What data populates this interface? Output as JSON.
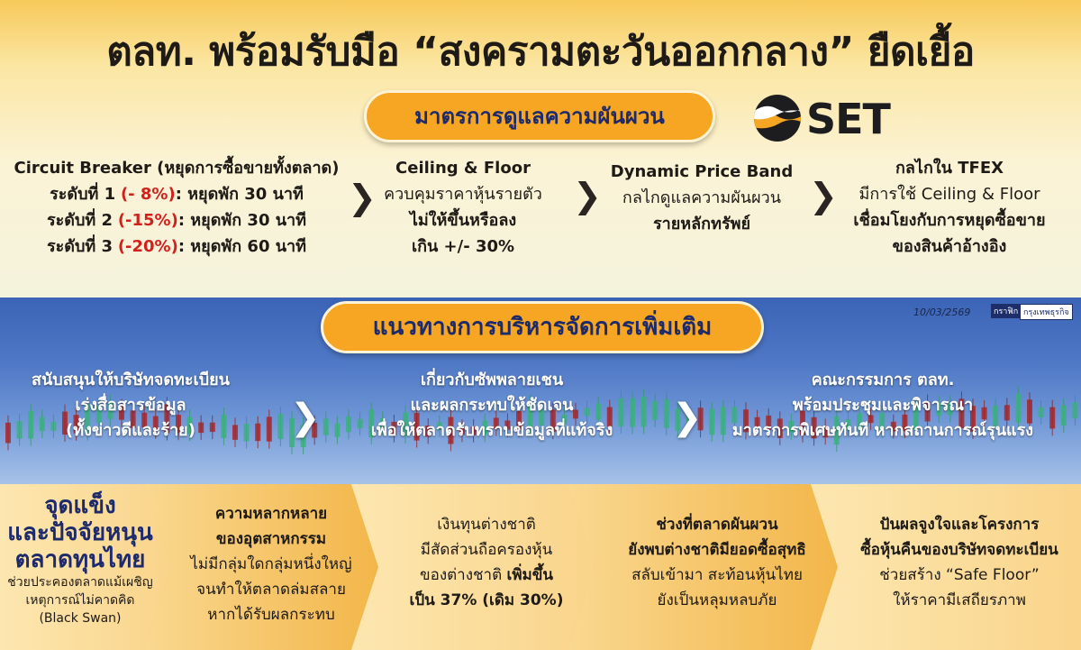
{
  "headline": "ตลท. พร้อมรับมือ “สงครามตะวันออกกลาง” ยืดเยื้อ",
  "section1": {
    "pill": "มาตรการดูแลความผันผวน",
    "logo_text": "SET",
    "col1": {
      "title": "Circuit Breaker (หยุดการซื้อขายทั้งตลาด)",
      "levels": [
        {
          "label": "ระดับที่ 1",
          "pct": "(- 8%)",
          "rest": ": หยุดพัก 30 นาที"
        },
        {
          "label": "ระดับที่ 2",
          "pct": "(-15%)",
          "rest": ": หยุดพัก 30 นาที"
        },
        {
          "label": "ระดับที่ 3",
          "pct": "(-20%)",
          "rest": ": หยุดพัก 60 นาที"
        }
      ]
    },
    "col2": {
      "title": "Ceiling & Floor",
      "l1": "ควบคุมราคาหุ้นรายตัว",
      "l2": "ไม่ให้ขึ้นหรือลง",
      "l3": "เกิน +/- 30%"
    },
    "col3": {
      "title": "Dynamic Price Band",
      "l1": "กลไกดูแลความผันผวน",
      "l2": "รายหลักทรัพย์"
    },
    "col4": {
      "title": "กลไกใน TFEX",
      "l1": "มีการใช้ Ceiling & Floor",
      "l2": "เชื่อมโยงกับการหยุดซื้อขาย",
      "l3": "ของสินค้าอ้างอิง"
    },
    "arrow": "❯"
  },
  "section2": {
    "pill": "แนวทางการบริหารจัดการเพิ่มเติม",
    "date": "10/03/2569",
    "credit_a": "กราฟิก",
    "credit_b": "กรุงเทพธุรกิจ",
    "col1": {
      "l1": "สนับสนุนให้บริษัทจดทะเบียน",
      "l2": "เร่งสื่อสารข้อมูล",
      "l3": "(ทั้งข่าวดีและร้าย)"
    },
    "col2": {
      "l1": "เกี่ยวกับซัพพลายเชน",
      "l2": "และผลกระทบให้ชัดเจน",
      "l3": "เพื่อให้ตลาดรับทราบข้อมูลที่แท้จริง"
    },
    "col3": {
      "l1": "คณะกรรมการ ตลท.",
      "l2": "พร้อมประชุมและพิจารณา",
      "l3": "มาตรการพิเศษทันที หากสถานการณ์รุนแรง"
    },
    "arrow": "❯"
  },
  "section3": {
    "col1": {
      "l1": "จุดแข็ง",
      "l2": "และปัจจัยหนุน",
      "l3": "ตลาดทุนไทย",
      "s1": "ช่วยประคองตลาดแม้เผชิญ",
      "s2": "เหตุการณ์ไม่คาดคิด",
      "s3": "(Black Swan)"
    },
    "col2": {
      "l1": "ความหลากหลาย",
      "l2": "ของอุตสาหกรรม",
      "l3": "ไม่มีกลุ่มใดกลุ่มหนึ่งใหญ่",
      "l4": "จนทำให้ตลาดล่มสลาย",
      "l5": "หากได้รับผลกระทบ"
    },
    "col3": {
      "l1": "เงินทุนต่างชาติ",
      "l2": "มีสัดส่วนถือครองหุ้น",
      "l3a": "ของต่างชาติ ",
      "l3b": "เพิ่มขึ้น",
      "l4": "เป็น 37% (เดิม 30%)"
    },
    "col4": {
      "l1": "ช่วงที่ตลาดผันผวน",
      "l2": "ยังพบต่างชาติมียอดซื้อสุทธิ",
      "l3": "สลับเข้ามา สะท้อนหุ้นไทย",
      "l4": "ยังเป็นหลุมหลบภัย"
    },
    "col5": {
      "l1": "ปันผลจูงใจและโครงการ",
      "l2": "ซื้อหุ้นคืนของบริษัทจดทะเบียน",
      "l3": "ช่วยสร้าง “Safe Floor”",
      "l4": "ให้ราคามีเสถียรภาพ"
    }
  },
  "colors": {
    "accent": "#f6a623",
    "navy": "#1d2a6b",
    "red": "#d0211c",
    "blue_band": "#4f78c5"
  }
}
